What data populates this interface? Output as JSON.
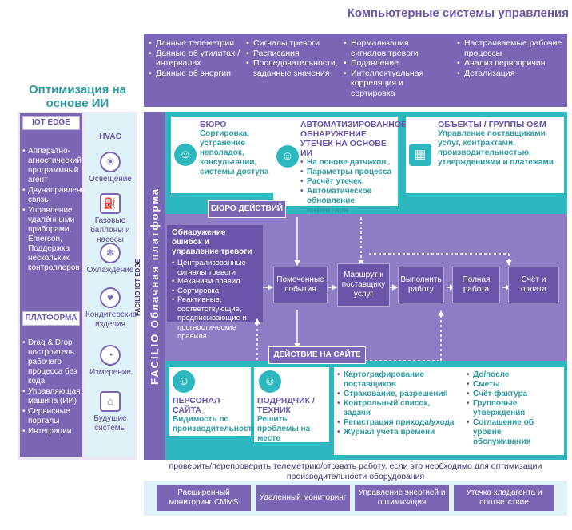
{
  "titles": {
    "main": "Компьютерные системы управления",
    "left": "Оптимизация на основе ИИ"
  },
  "telemetry": {
    "col1": [
      "Данные телеметрии",
      "Данные об утилитах / интервалах",
      "Данные об энергии"
    ],
    "col2": [
      "Сигналы тревоги",
      "Расписания",
      "Последовательности, заданные значения"
    ],
    "col3": [
      "Нормализация сигналов тревоги",
      "Подавление",
      "Интеллектуальная корреляция и сортировка"
    ],
    "col4": [
      "Настраиваемые рабочие процессы",
      "Анализ первопричин",
      "Детализация"
    ]
  },
  "iot": {
    "header": "IOT EDGE",
    "items": [
      "Аппаратно-агностический программный агент",
      "Двунаправленная связь",
      "Управление удалёнными приборами, Emerson, Поддержка нескольких контроллеров"
    ],
    "platform_header": "ПЛАТФОРМА",
    "platform_items": [
      "Drag & Drop построитель рабочего процесса без кода",
      "Управляющая машина (ИИ)",
      "Сервисные порталы",
      "Интеграции"
    ]
  },
  "hvac": {
    "header": "HVAC",
    "items": [
      {
        "label": "Освещение",
        "icon": "lightbulb-icon"
      },
      {
        "label": "Газовые баллоны и насосы",
        "icon": "gas-cylinder-icon"
      },
      {
        "label": "Охлаждение",
        "icon": "fan-icon"
      },
      {
        "label": "Кондитерские изделия",
        "icon": "cupcake-icon"
      },
      {
        "label": "Измерение",
        "icon": "gauge-icon"
      },
      {
        "label": "Будущие системы",
        "icon": "house-check-icon"
      }
    ]
  },
  "platform": {
    "vertical_label": "FACILIO Облачная платформа",
    "edge_label": "FACILIO IOT EDGE"
  },
  "cards": {
    "bureau": {
      "title": "БЮРО",
      "text": "Сортировка, устранение неполадок, консультации, системы доступа"
    },
    "leak": {
      "title": "АВТОМАТИЗИРОВАННОЕ ОБНАРУЖЕНИЕ УТЕЧЕК НА ОСНОВЕ ИИ",
      "items": [
        "На основе датчиков",
        "Параметры процесса",
        "Расчёт утечек",
        "Автоматическое обновление инвентаря"
      ]
    },
    "objects": {
      "title": "ОБЪЕКТЫ / ГРУППЫ O&M",
      "text": "Управление поставщиками услуг, контрактами, производительностью, утверждениями и платежами"
    },
    "site_staff": {
      "title": "ПЕРСОНАЛ САЙТА",
      "text": "Видимость по производительности"
    },
    "contractor": {
      "title": "ПОДРЯДЧИК / ТЕХНИК",
      "text": "Решить проблемы на месте"
    },
    "tasks_col1": [
      "Картографирование поставщиков",
      "Страхование, разрешения",
      "Контрольный список, задачи",
      "Регистрация прихода/ухода",
      "Журнал учёта времени"
    ],
    "tasks_col2": [
      "До/после",
      "Сметы",
      "Счёт-фактура",
      "Групповые утверждения",
      "Соглашение об уровне обслуживания"
    ]
  },
  "labels": {
    "bureau_actions": "БЮРО ДЕЙСТВИЙ",
    "site_action": "ДЕЙСТВИЕ НА САЙТЕ"
  },
  "alarm": {
    "head": "Обнаружение ошибок и управление тревоги",
    "items": [
      "Централизованные сигналы тревоги",
      "Механизм правил",
      "Сортировка",
      "Реактивные, соответствующие, предписывающие и прогностические правила"
    ]
  },
  "flow": [
    "Помеченные события",
    "Маршрут к поставщику услуг",
    "Выполнить работу",
    "Полная работа",
    "Счёт и оплата"
  ],
  "caption": "проверить/перепроверить телеметрию/отозвать работу, если это необходимо для оптимизации производительности оборудования",
  "monitoring": [
    "Расширенный мониторинг CMMS",
    "Удаленный мониторинг",
    "Управление энергией и оптимизация",
    "Утечка хладагента и соответствие"
  ]
}
